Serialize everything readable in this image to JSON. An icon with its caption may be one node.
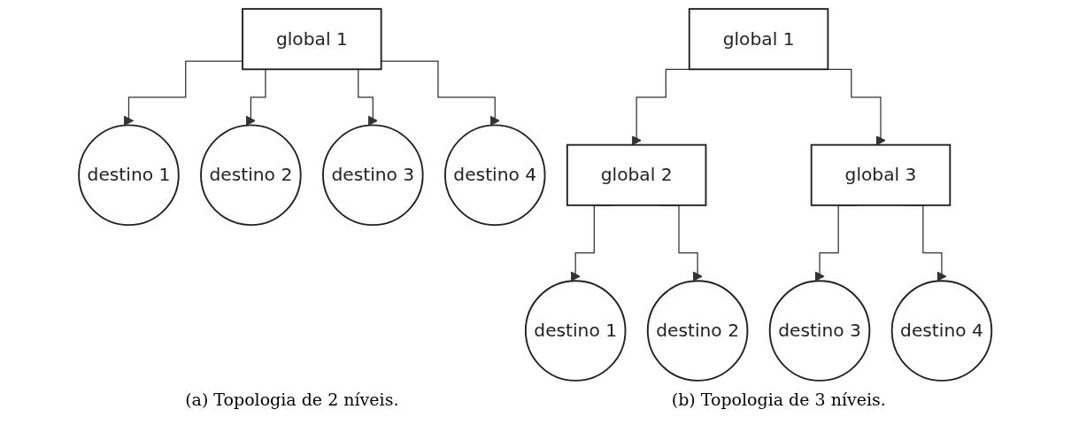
{
  "diagram": {
    "nodes": [
      {
        "text": [
          "global 1"
        ]
      },
      {
        "text": [
          "destino 1"
        ]
      },
      {
        "text": [
          "destino 2"
        ]
      },
      {
        "text": [
          "destino 3"
        ]
      },
      {
        "text": [
          "destino 4"
        ]
      },
      {
        "text": [
          "global 1"
        ]
      },
      {
        "text": [
          "global 2"
        ]
      },
      {
        "text": [
          "global 3"
        ]
      },
      {
        "text": [
          "destino 1"
        ]
      },
      {
        "text": [
          "destino 2"
        ]
      },
      {
        "text": [
          "destino 3"
        ]
      },
      {
        "text": [
          "destino 4"
        ]
      }
    ],
    "edges": [
      {
        "from": 0,
        "to": 1,
        "arrow": "to"
      },
      {
        "from": 0,
        "to": 2,
        "arrow": "to"
      },
      {
        "from": 0,
        "to": 3,
        "arrow": "to"
      },
      {
        "from": 0,
        "to": 4,
        "arrow": "to"
      },
      {
        "from": 5,
        "to": 6,
        "arrow": "to"
      },
      {
        "from": 5,
        "to": 7,
        "arrow": "to"
      },
      {
        "from": 6,
        "to": 8,
        "arrow": "to"
      },
      {
        "from": 6,
        "to": 9,
        "arrow": "to"
      },
      {
        "from": 7,
        "to": 10,
        "arrow": "to"
      },
      {
        "from": 7,
        "to": 11,
        "arrow": "to"
      }
    ],
    "labels": [
      "(a) Topologia de 2 níveis.",
      "(b) Topologia de 3 níveis."
    ]
  }
}
